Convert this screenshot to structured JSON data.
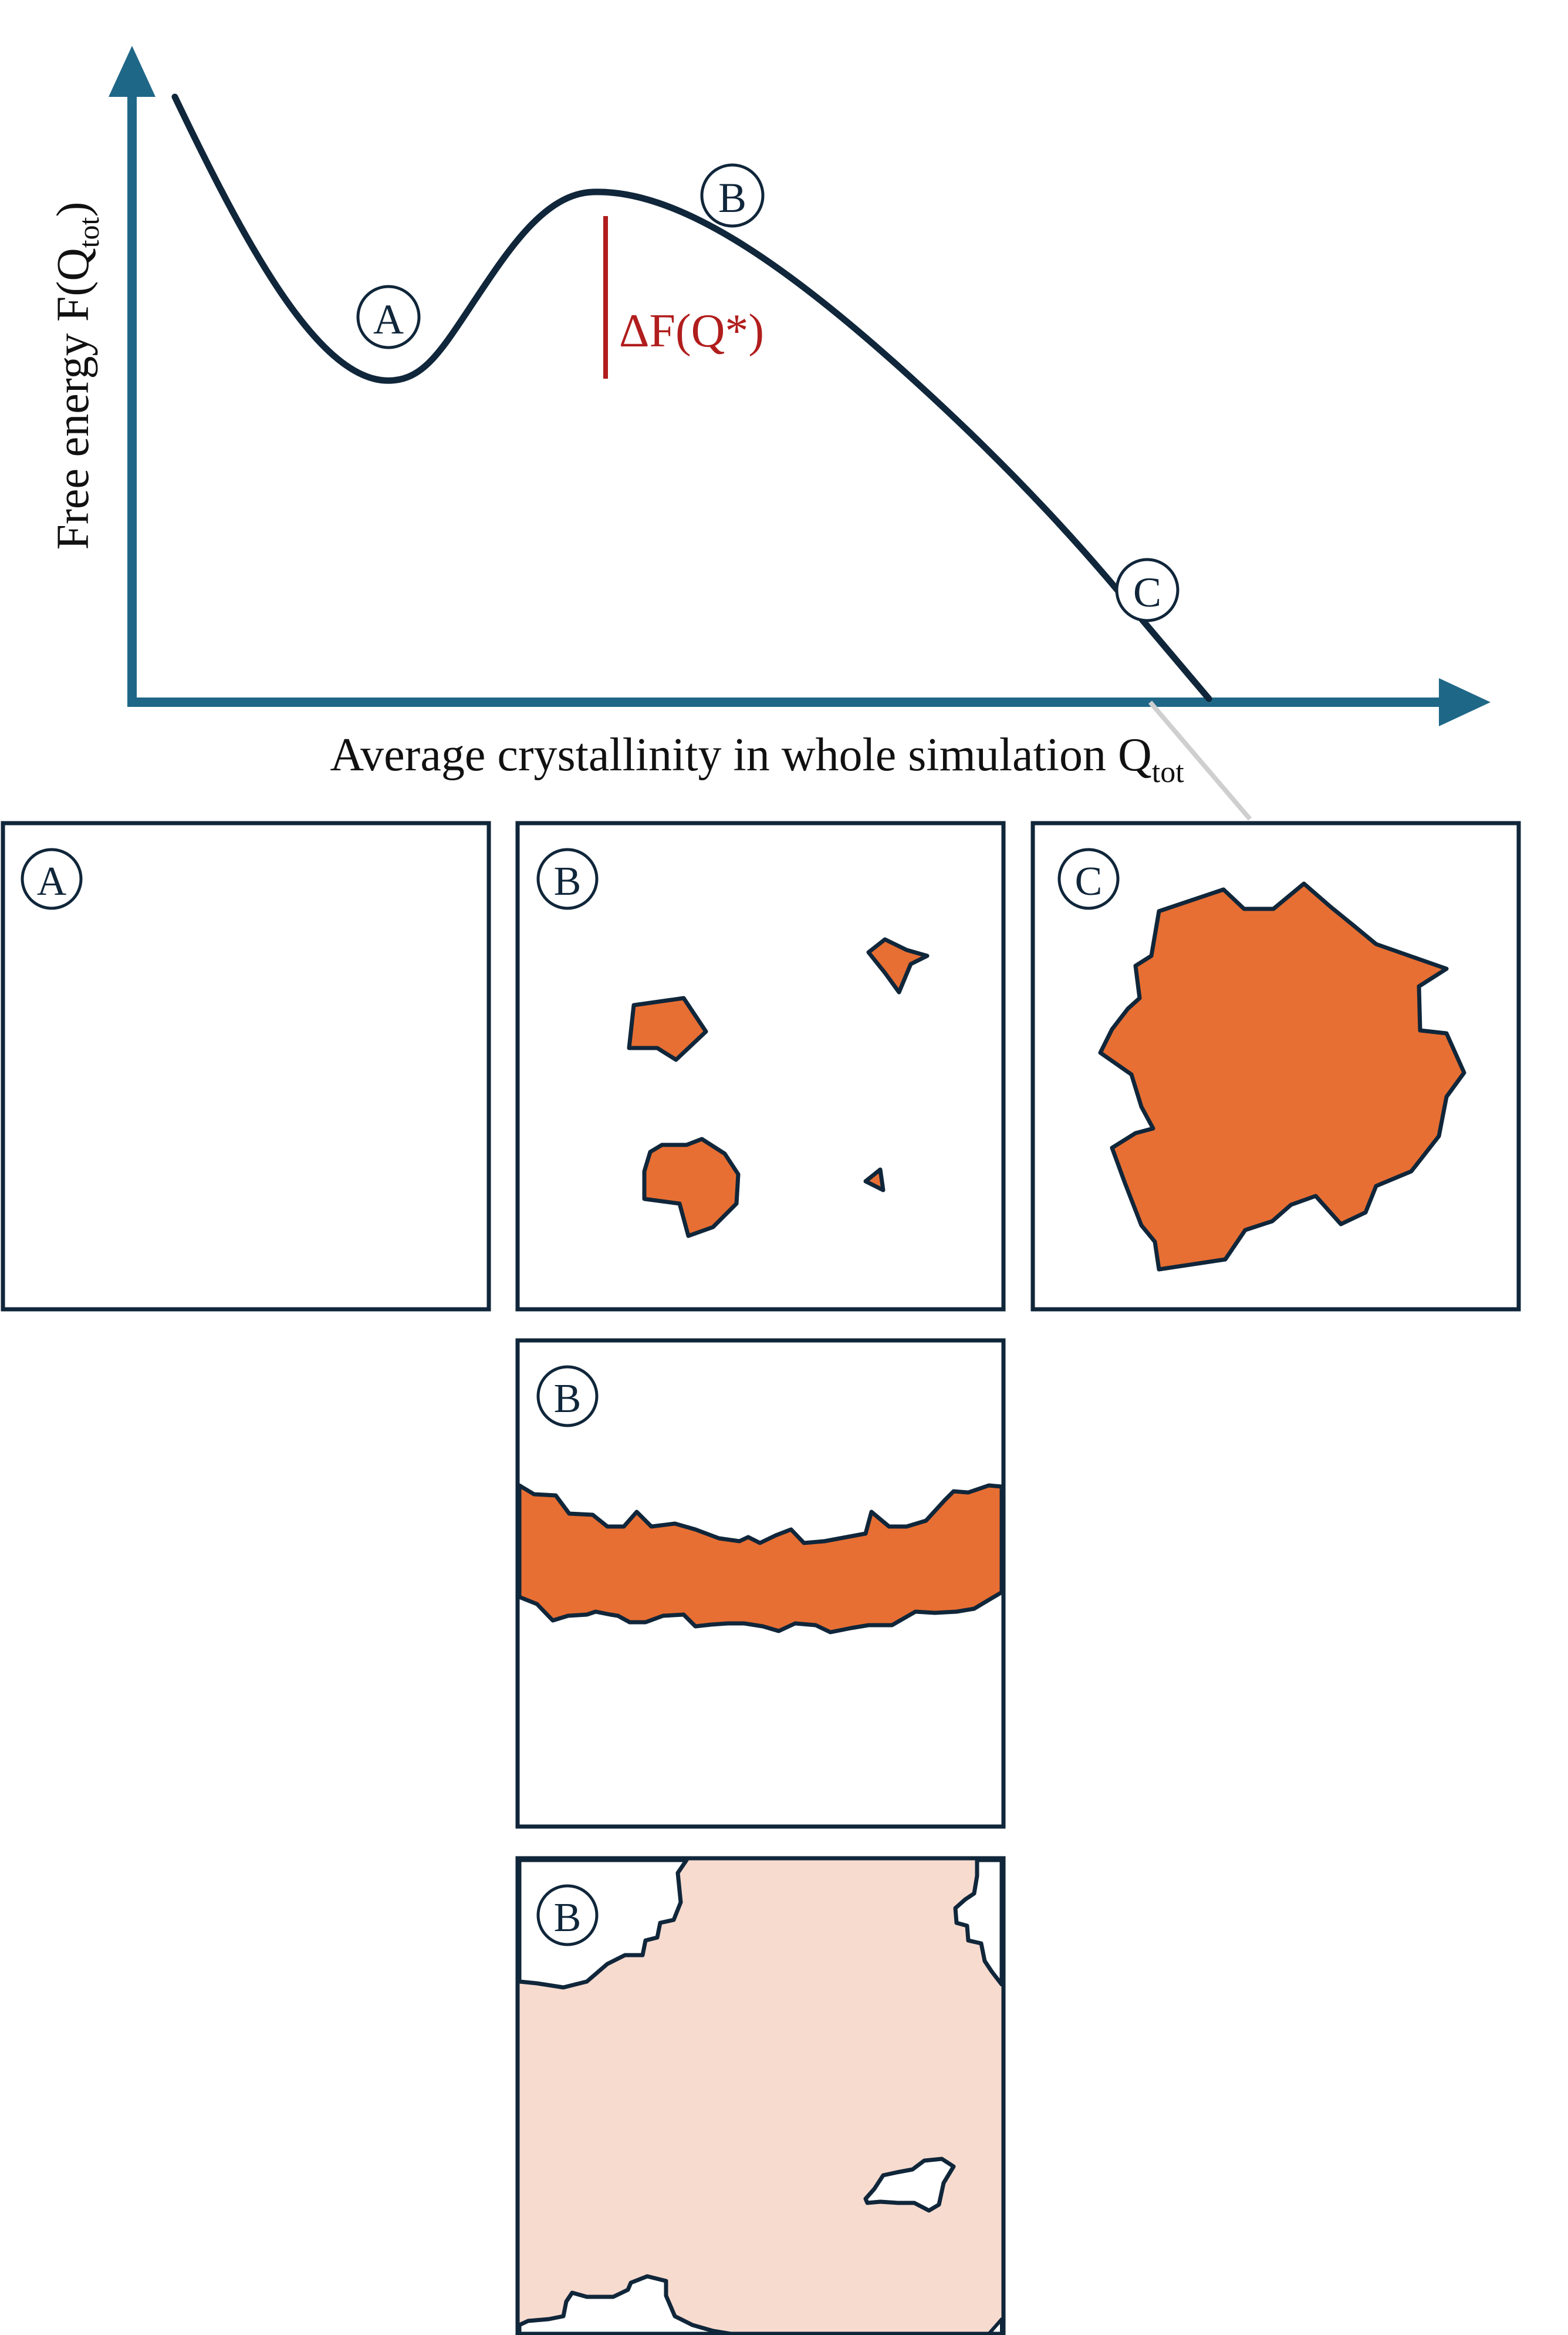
{
  "plot": {
    "y_axis_label": "Free energy F(Q",
    "y_axis_sub": "tot",
    "y_axis_close": ")",
    "x_axis_label": "Average crystallinity in whole simulation Q",
    "x_axis_sub": "tot",
    "barrier_label": "ΔF(Q*)",
    "points": {
      "a": "A",
      "b": "B",
      "c": "C"
    }
  },
  "panels": [
    {
      "label": "A"
    },
    {
      "label": "B"
    },
    {
      "label": "C"
    },
    {
      "label": "B"
    },
    {
      "label": "B"
    }
  ],
  "colors": {
    "axis": "#1f6787",
    "curve": "#10263a",
    "barrier": "#b11d1d",
    "crystal": "#e76f33",
    "crystal_light": "#f8dbcf",
    "outline": "#10263a"
  }
}
